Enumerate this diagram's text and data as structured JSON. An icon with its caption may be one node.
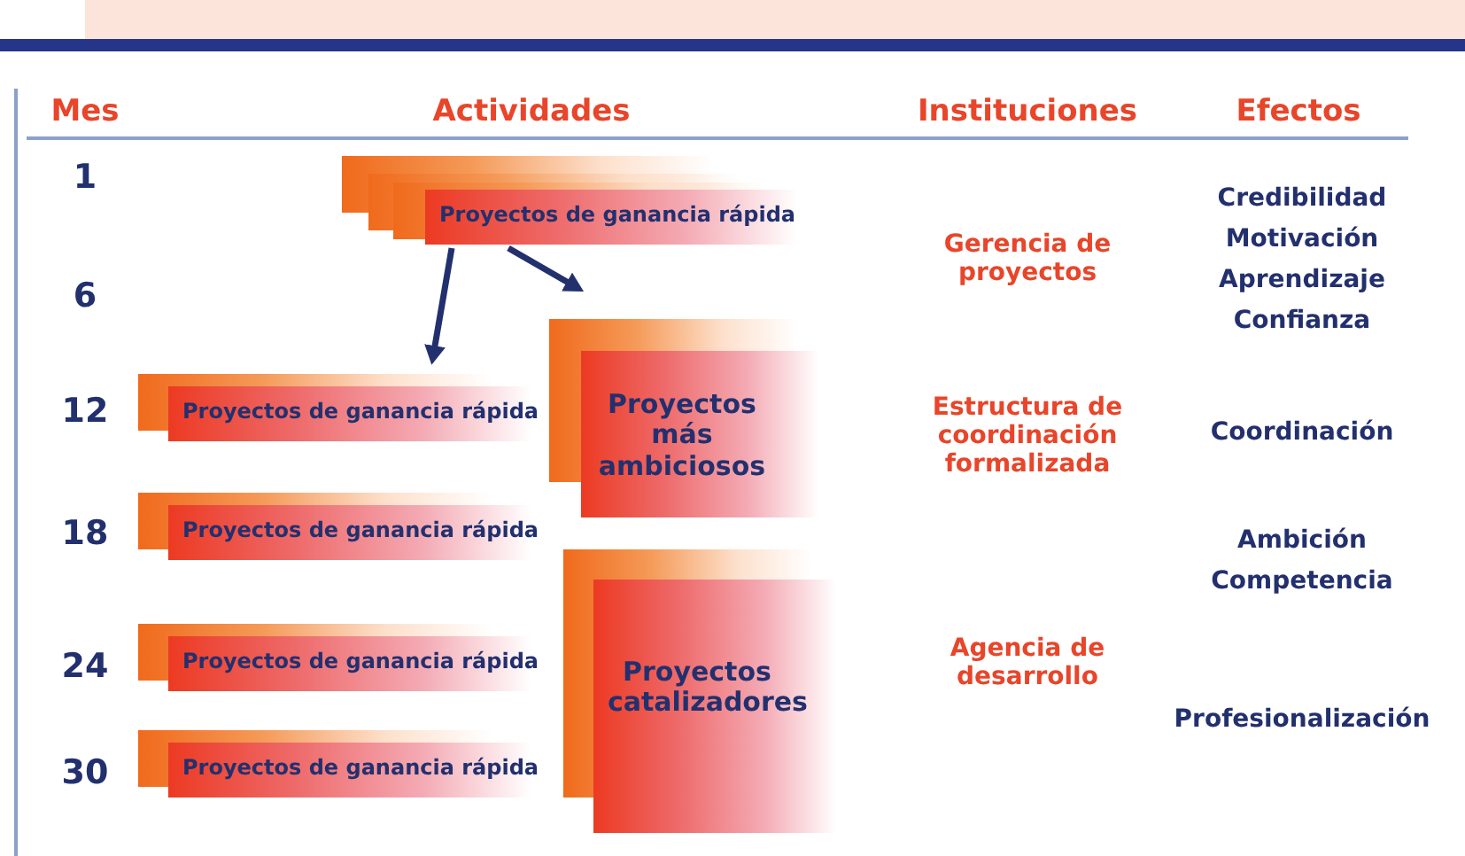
{
  "diagram": {
    "nodes": [
      {
        "text": [
          "Proyectos de ganancia rápida"
        ]
      },
      {
        "text": [
          "Proyectos de ganancia rápida"
        ]
      },
      {
        "text": [
          "Proyectos más ambiciosos"
        ]
      },
      {
        "text": [
          "Proyectos de ganancia rápida"
        ]
      },
      {
        "text": [
          "Proyectos de ganancia rápida"
        ]
      },
      {
        "text": [
          "Proyectos catalizadores"
        ]
      },
      {
        "text": [
          "Proyectos de ganancia rápida"
        ]
      }
    ],
    "edges": [
      {
        "from": 0,
        "to": 1,
        "arrow": "to"
      },
      {
        "from": 0,
        "to": 2,
        "arrow": "to"
      }
    ],
    "labels": [
      "Mes",
      "Actividades",
      "Instituciones",
      "Efectos",
      "1",
      "Credibilidad",
      "Motivación",
      "Gerencia de proyectos",
      "Aprendizaje",
      "6",
      "Confianza",
      "12",
      "Estructura de coordinación formalizada",
      "Coordinación",
      "18",
      "Ambición",
      "Competencia",
      "24",
      "Agencia de desarrollo",
      "Profesionalización",
      "30"
    ]
  }
}
